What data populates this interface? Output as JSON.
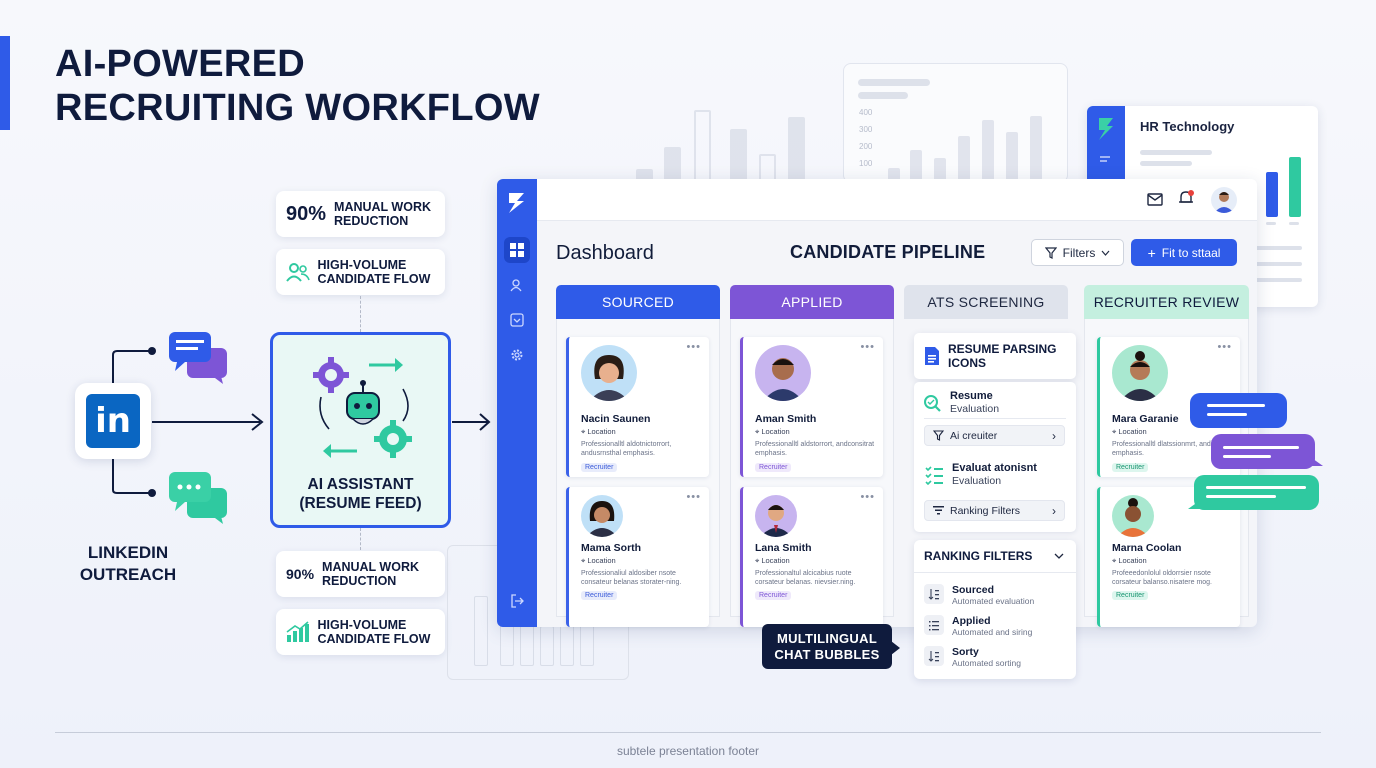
{
  "title": {
    "line1": "AI-POWERED",
    "line2": "RECRUITING WORKFLOW"
  },
  "stats": {
    "top": {
      "value": "90%",
      "label": "MANUAL WORK REDUCTION"
    },
    "top2": {
      "label": "HIGH-VOLUME CANDIDATE FLOW"
    },
    "bottom": {
      "value": "90%",
      "label": "MANUAL WORK REDUCTION"
    },
    "bottom2": {
      "label": "HIGH-VOLUME CANDIDATE FLOW"
    }
  },
  "linkedin": {
    "logo": "in",
    "label": "LINKEDIN OUTREACH"
  },
  "ai": {
    "label": "AI ASSISTANT (RESUME FEED)"
  },
  "hr_card": {
    "title": "HR Technology"
  },
  "bg_axis": [
    "400",
    "300",
    "200",
    "100"
  ],
  "dashboard": {
    "heading": "Dashboard",
    "pipeline_title": "CANDIDATE PIPELINE",
    "filters_label": "Filters",
    "primary_label": "Fit to sttaal",
    "columns": [
      {
        "name": "SOURCED",
        "color": "#2f5be8"
      },
      {
        "name": "APPLIED",
        "color": "#7d55d6"
      },
      {
        "name": "ATS SCREENING",
        "color": "#dfe3ec"
      },
      {
        "name": "RECRUITER REVIEW",
        "color": "#c4efdf"
      }
    ],
    "cards": [
      {
        "name": "Nacin Saunen",
        "location": "Location",
        "desc": "Professionalltl aldotnictorrort, andusrnsthal emphasis.",
        "tag": "Recruiter"
      },
      {
        "name": "Mama Sorth",
        "location": "Location",
        "desc": "Professionaliul aldosiber nsote consateur belanas storater-ning.",
        "tag": "Recruiter"
      },
      {
        "name": "Aman Smith",
        "location": "Location",
        "desc": "Professionalltl aldstorrort, andconsitrat emphasis.",
        "tag": "Recruiter"
      },
      {
        "name": "Lana Smith",
        "location": "Location",
        "desc": "Professionaltul alcicabius ruote corsateur belanas. nievsier.ning.",
        "tag": "Recruiter"
      },
      {
        "name": "Mara Garanie",
        "location": "Location",
        "desc": "Professionalltl dlatssionmrt, andi contror emphasis.",
        "tag": "Recruiter"
      },
      {
        "name": "Marna Coolan",
        "location": "Location",
        "desc": "Profeeedonlolul oldorrsier nsote corsateur balanso.nisatere mog.",
        "tag": "Recruiter"
      }
    ],
    "ats": {
      "header": "RESUME PARSING ICONS",
      "resume_title": "Resume",
      "resume_sub": "Evaluation",
      "pill1": "Ai creuiter",
      "eval_title": "Evaluat atonisnt",
      "eval_sub": "Evaluation",
      "pill2": "Ranking Filters"
    },
    "ranking": {
      "title": "RANKING FILTERS",
      "items": [
        {
          "title": "Sourced",
          "sub": "Automated evaluation"
        },
        {
          "title": "Applied",
          "sub": "Automated and siring"
        },
        {
          "title": "Sorty",
          "sub": "Automated sorting"
        }
      ]
    }
  },
  "multilingual": "MULTILINGUAL CHAT BUBBLES",
  "footer": "subtele presentation footer",
  "colors": {
    "accent": "#2f5be8",
    "purple": "#7d55d6",
    "teal": "#2fc9a0",
    "navy": "#0f1b3d"
  }
}
